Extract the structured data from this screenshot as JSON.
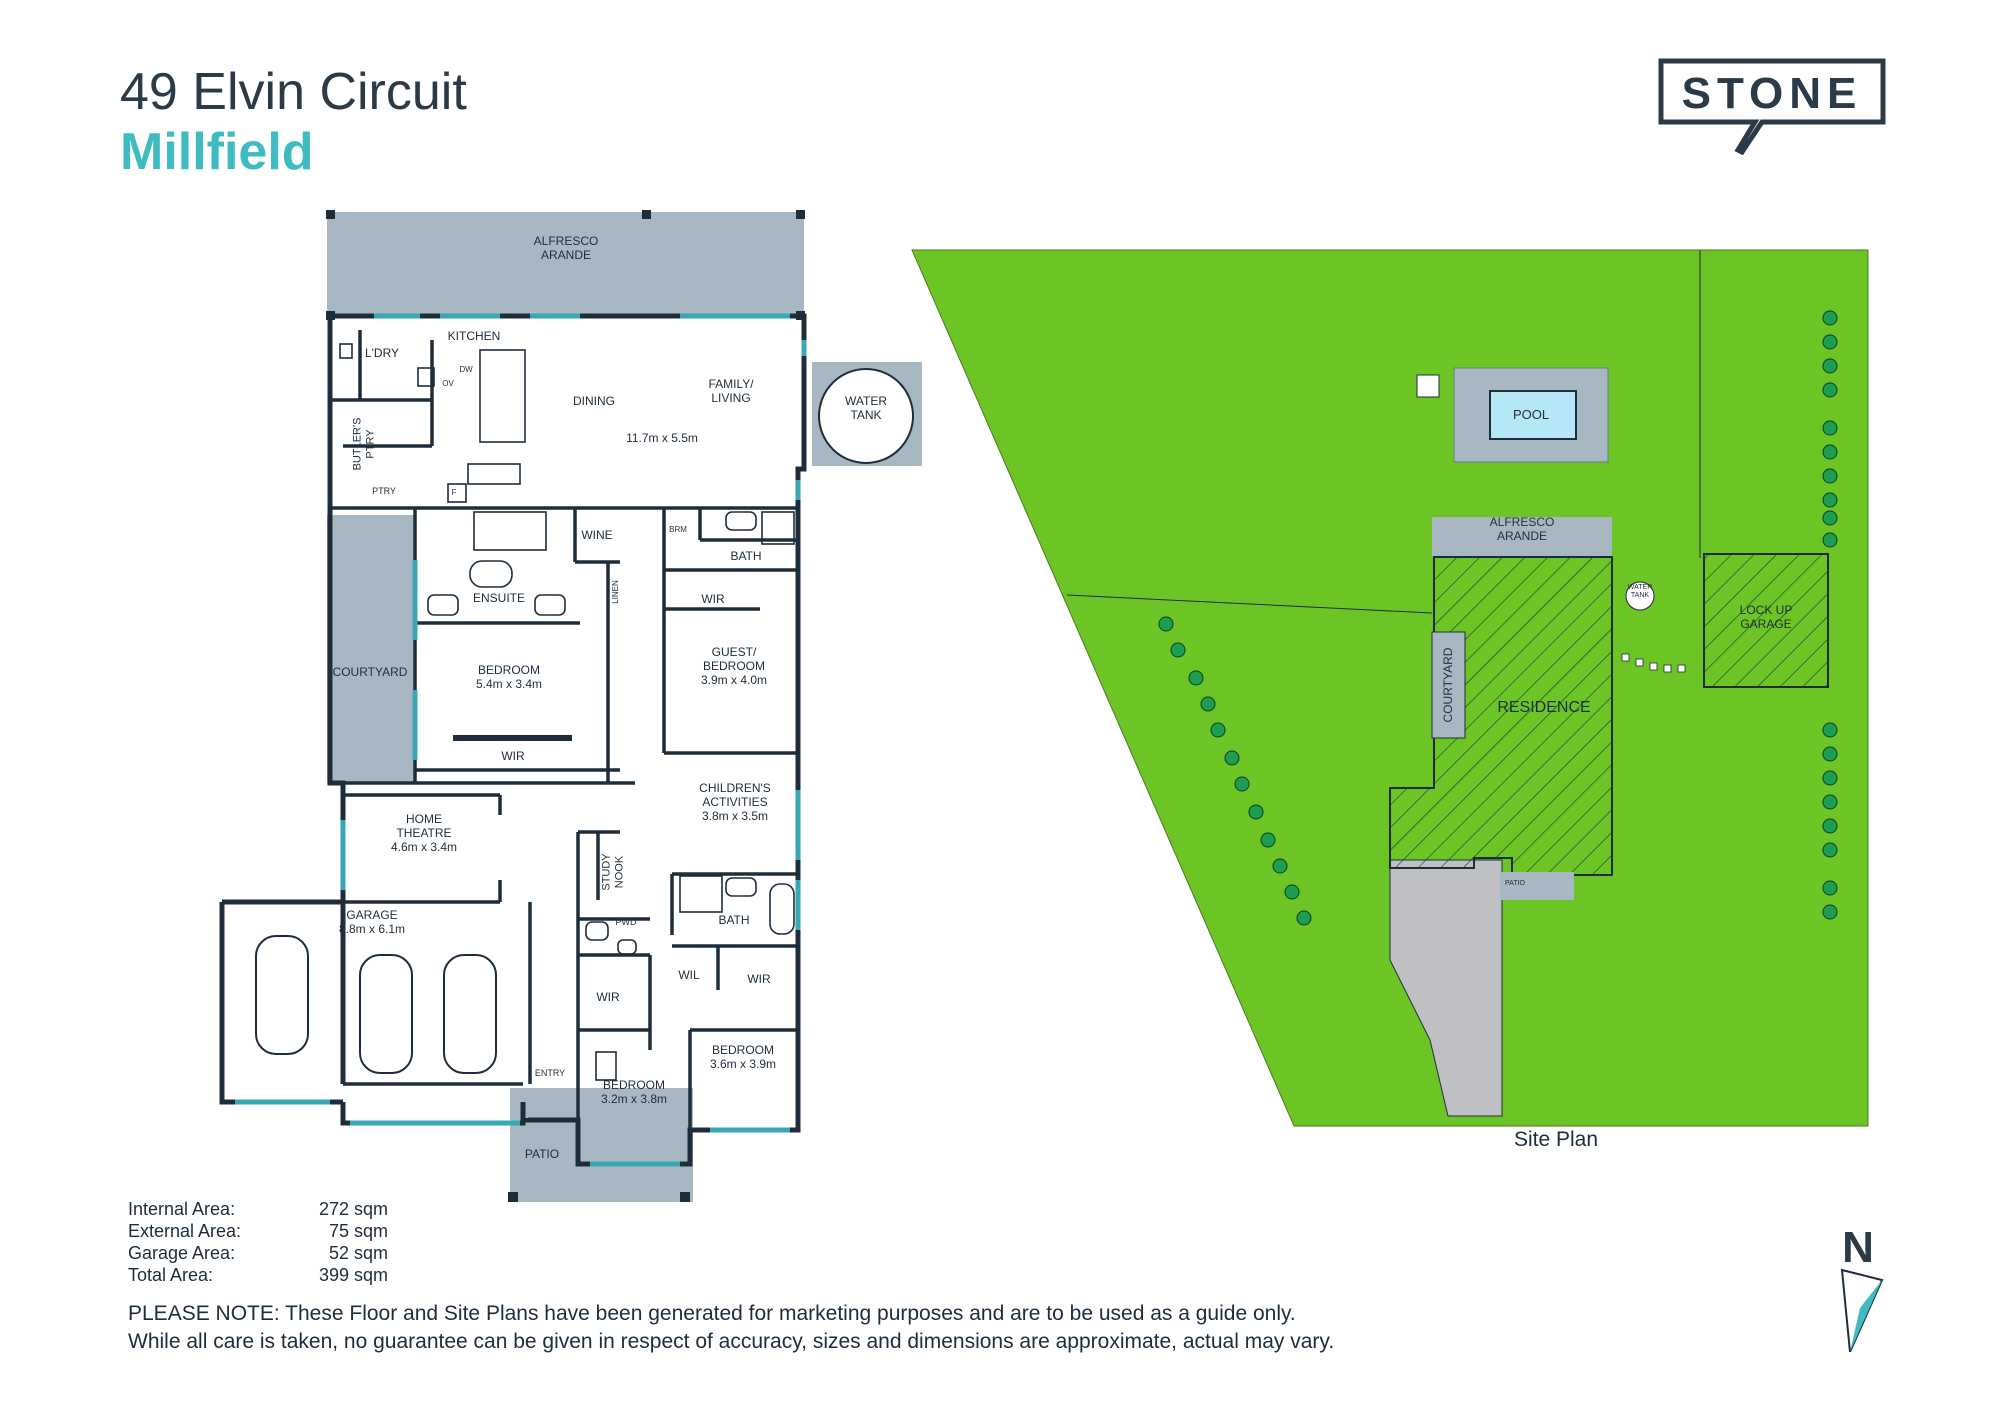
{
  "header": {
    "title": "49 Elvin Circuit",
    "subtitle": "Millfield"
  },
  "brand": {
    "logo_text": "STONE"
  },
  "colors": {
    "outdoor": "#a8b8c3",
    "wall": "#1e2d3b",
    "window": "#3aa7b5",
    "lawn": "#6cc524",
    "tree": "#1d9e53",
    "driveway": "#bfc0c4",
    "accent": "#3fbcc2"
  },
  "floor_plan": {
    "rooms": {
      "alfresco": "ALFRESCO\nARANDE",
      "kitchen": "KITCHEN",
      "laundry": "L'DRY",
      "butlers_pantry": "BUTLER'S\nPTRY",
      "pantry": "PTRY",
      "fridge": "F",
      "dishwasher": "DW",
      "oven": "OV",
      "dining": "DINING",
      "family_living": "FAMILY/\nLIVING",
      "living_size": "11.7m x 5.5m",
      "water_tank": "WATER\nTANK",
      "wine": "WINE",
      "brm": "BRM",
      "bath_top": "BATH",
      "ensuite": "ENSUITE",
      "linen": "LINEN",
      "wir_guest": "WIR",
      "courtyard": "COURTYARD",
      "master_bedroom": "BEDROOM\n5.4m x 3.4m",
      "guest_bedroom": "GUEST/\nBEDROOM\n3.9m x 4.0m",
      "wir_master": "WIR",
      "childrens_activities": "CHILDREN'S\nACTIVITIES\n3.8m x 3.5m",
      "home_theatre": "HOME\nTHEATRE\n4.6m x 3.4m",
      "study_nook": "STUDY\nNOOK",
      "pwd": "PWD",
      "bath_bottom": "BATH",
      "garage": "GARAGE\n8.8m x 6.1m",
      "wil": "WIL",
      "wir_bed3": "WIR",
      "wir_bed2": "WIR",
      "entry": "ENTRY",
      "bedroom_3": "BEDROOM\n3.6m x 3.9m",
      "bedroom_2": "BEDROOM\n3.2m x 3.8m",
      "patio": "PATIO"
    }
  },
  "site_plan": {
    "caption": "Site Plan",
    "labels": {
      "pool": "POOL",
      "alfresco": "ALFRESCO\nARANDE",
      "water_tank": "WATER\nTANK",
      "lockup_garage": "LOCK UP\nGARAGE",
      "courtyard": "COURTYARD",
      "residence": "RESIDENCE",
      "patio": "PATIO"
    }
  },
  "areas": [
    {
      "label": "Internal Area:",
      "value": "272 sqm"
    },
    {
      "label": "External Area:",
      "value": "75 sqm"
    },
    {
      "label": "Garage Area:",
      "value": "52 sqm"
    },
    {
      "label": "Total Area:",
      "value": "399 sqm"
    }
  ],
  "disclaimer": {
    "line1": "PLEASE NOTE: These Floor and Site Plans have been generated for marketing purposes and are to be used as a guide only.",
    "line2": "While all care is taken, no guarantee can be given in respect of accuracy, sizes and dimensions are approximate, actual may vary."
  },
  "compass": {
    "label": "N"
  }
}
